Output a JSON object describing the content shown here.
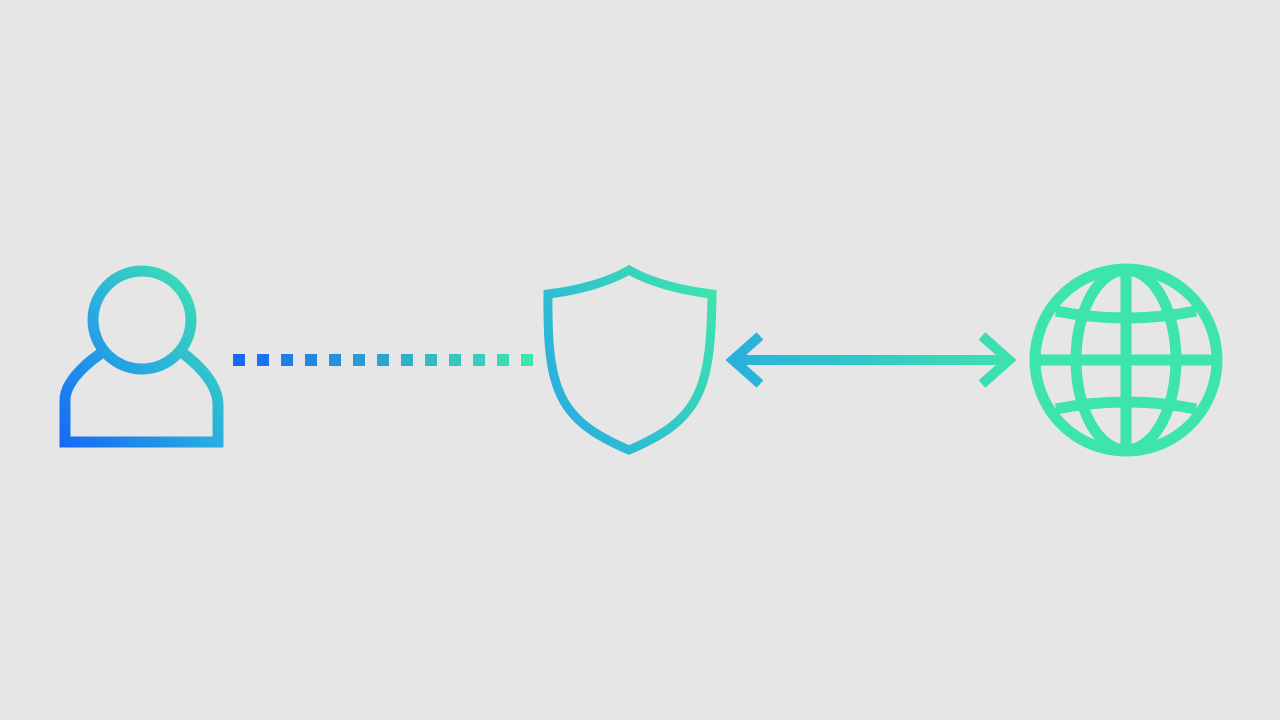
{
  "background_color": "#e6e6e6",
  "gradient": {
    "start_color": "#1668f5",
    "mid_color": "#29aedf",
    "end_color": "#3de4ad"
  },
  "nodes": [
    {
      "id": "user",
      "icon": "user-icon"
    },
    {
      "id": "shield",
      "icon": "shield-icon"
    },
    {
      "id": "globe",
      "icon": "globe-icon"
    }
  ],
  "connectors": [
    {
      "from": "user",
      "to": "shield",
      "style": "dashed",
      "icon": "dotted-line"
    },
    {
      "from": "shield",
      "to": "globe",
      "style": "double-arrow",
      "icon": "bidirectional-arrow-icon"
    }
  ]
}
